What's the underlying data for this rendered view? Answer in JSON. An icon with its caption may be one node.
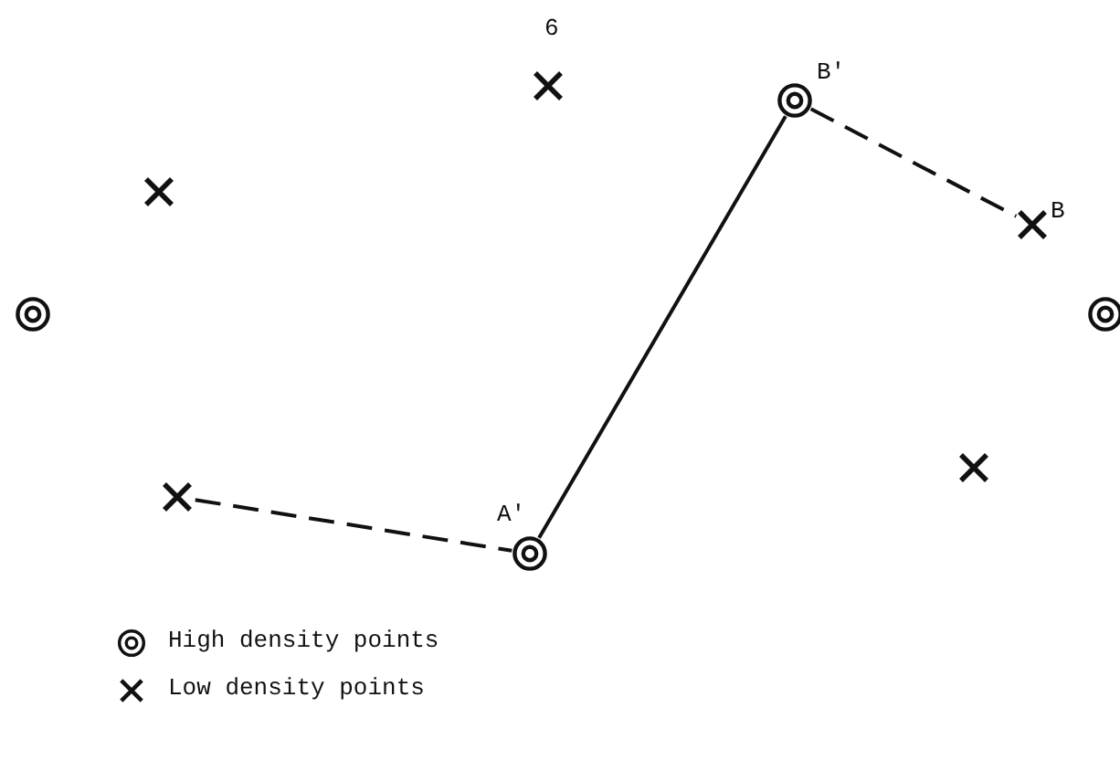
{
  "diagram": {
    "nodes": [
      {
        "text": [],
        "shape": "cross"
      },
      {
        "text": [],
        "shape": "circle",
        "beside": [
          "B'"
        ]
      },
      {
        "text": [],
        "shape": "cross"
      },
      {
        "text": [],
        "shape": "cross",
        "beside": [
          "B"
        ]
      },
      {
        "text": [],
        "shape": "circle"
      },
      {
        "text": [],
        "shape": "circle"
      },
      {
        "text": [],
        "shape": "cross"
      },
      {
        "text": [],
        "shape": "cross"
      },
      {
        "text": [],
        "shape": "circle",
        "beside": [
          "A'"
        ]
      }
    ],
    "edges": [
      {
        "from": 7,
        "to": 8,
        "arrow": "none",
        "style": "dashed"
      },
      {
        "from": 8,
        "to": 1,
        "arrow": "none"
      },
      {
        "from": 1,
        "to": 3,
        "arrow": "none",
        "style": "dashed"
      }
    ],
    "labels": [
      "6"
    ],
    "legend": [
      {
        "text": "High density points"
      },
      {
        "text": "Low density points"
      }
    ]
  }
}
